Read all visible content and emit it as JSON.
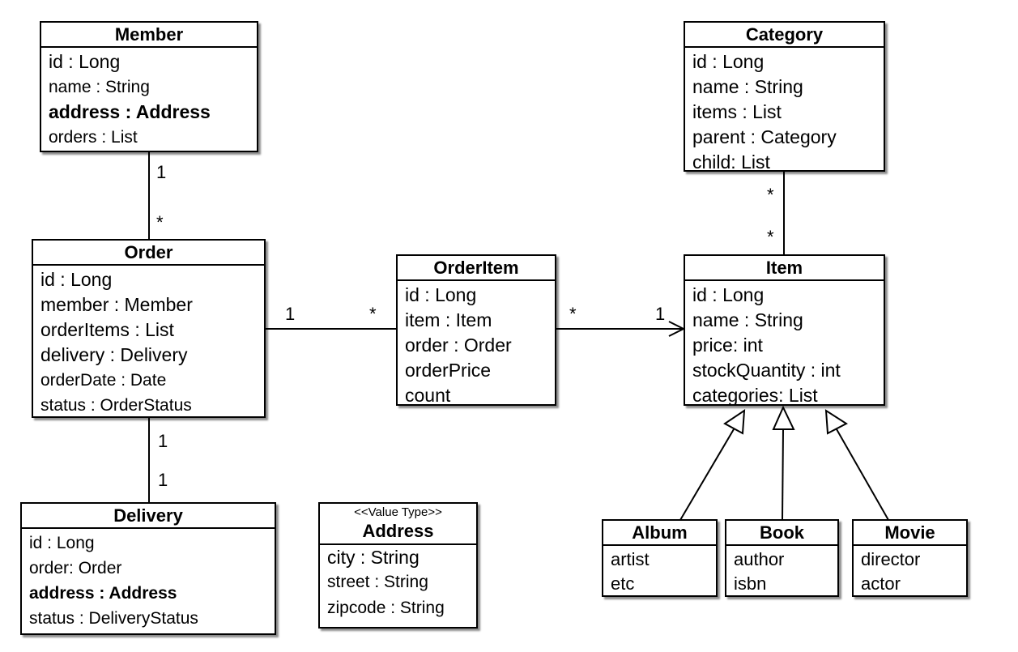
{
  "classes": {
    "member": {
      "title": "Member",
      "attrs": [
        "id : Long",
        "name : String",
        "address : Address",
        "orders : List"
      ]
    },
    "order": {
      "title": "Order",
      "attrs": [
        "id : Long",
        "member : Member",
        "orderItems : List",
        "delivery : Delivery",
        "orderDate : Date",
        "status : OrderStatus"
      ]
    },
    "delivery": {
      "title": "Delivery",
      "attrs": [
        "id : Long",
        "order: Order",
        "address : Address",
        "status : DeliveryStatus"
      ]
    },
    "address": {
      "stereotype": "<<Value Type>>",
      "title": "Address",
      "attrs": [
        "city : String",
        "street : String",
        "zipcode : String"
      ]
    },
    "orderitem": {
      "title": "OrderItem",
      "attrs": [
        "id : Long",
        "item : Item",
        "order : Order",
        "orderPrice",
        "count"
      ]
    },
    "category": {
      "title": "Category",
      "attrs": [
        "id : Long",
        "name : String",
        "items : List",
        "parent : Category",
        "child: List"
      ]
    },
    "item": {
      "title": "Item",
      "attrs": [
        "id : Long",
        "name : String",
        "price: int",
        "stockQuantity : int",
        "categories: List"
      ]
    },
    "album": {
      "title": "Album",
      "attrs": [
        "artist",
        "etc"
      ]
    },
    "book": {
      "title": "Book",
      "attrs": [
        "author",
        "isbn"
      ]
    },
    "movie": {
      "title": "Movie",
      "attrs": [
        "director",
        "actor"
      ]
    }
  },
  "multiplicities": {
    "member_order_member": "1",
    "member_order_order": "*",
    "order_orderitem_order": "1",
    "order_orderitem_orderitem": "*",
    "orderitem_item_orderitem": "*",
    "orderitem_item_item": "1",
    "category_item_category": "*",
    "category_item_item": "*",
    "order_delivery_order": "1",
    "order_delivery_delivery": "1"
  }
}
